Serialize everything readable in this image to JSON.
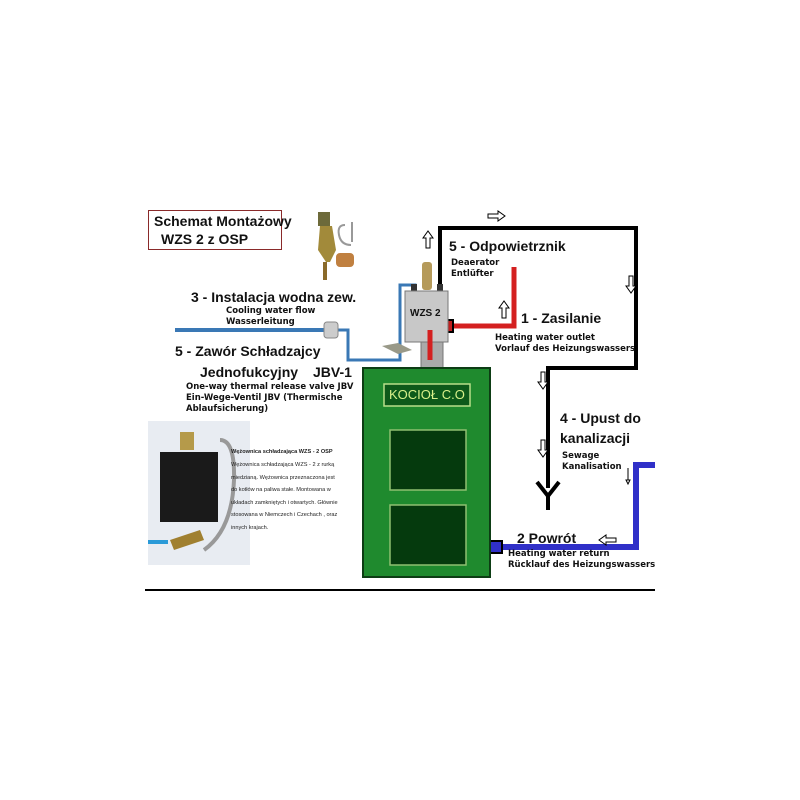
{
  "title": {
    "line1": "Schemat Montażowy",
    "line2": "WZS 2 z OSP"
  },
  "labels": {
    "water_supply": {
      "title": "3 - Instalacja wodna zew.",
      "en": "Cooling water flow",
      "de": "Wasserleitung"
    },
    "valve": {
      "title": "5 - Zawór Schładzajcy",
      "title2": "Jednofukcyjny",
      "code": "JBV-1",
      "en": "One-way thermal release valve JBV",
      "de1": "Ein-Wege-Ventil JBV (Thermische",
      "de2": "Ablaufsicherung)"
    },
    "deaerator": {
      "title": "5 - Odpowietrznik",
      "en": "Deaerator",
      "de": "Entlüfter"
    },
    "supply": {
      "title": "1 - Zasilanie",
      "en": "Heating water outlet",
      "de": "Vorlauf des Heizungswassers"
    },
    "drain": {
      "title1": "4 - Upust do",
      "title2": "kanalizacji",
      "en": "Sewage",
      "de": "Kanalisation"
    },
    "return": {
      "title": "2   Powrót",
      "en": "Heating water return",
      "de": "Rücklauf des Heizungswassers"
    },
    "wzs": "WZS 2",
    "boiler": "KOCIOŁ C.O"
  },
  "description": {
    "heading": "Wężownica schładzająca WZS - 2 OSP",
    "lines": [
      "Wężownica schładzająca WZS - 2 z rurką",
      "miedzianą. Wężownica przeznaczona jest",
      "do kotłów na paliwa stałe. Montowana w",
      "układach zamkniętych i otwartych. Głównie",
      "stosowana w Niemczech i Czechach , oraz",
      "innych krajach."
    ]
  },
  "colors": {
    "cold": "#3a78b5",
    "hot": "#d42020",
    "return": "#3030c8",
    "boiler": "#1f8a2e",
    "pipe": "#000000"
  }
}
